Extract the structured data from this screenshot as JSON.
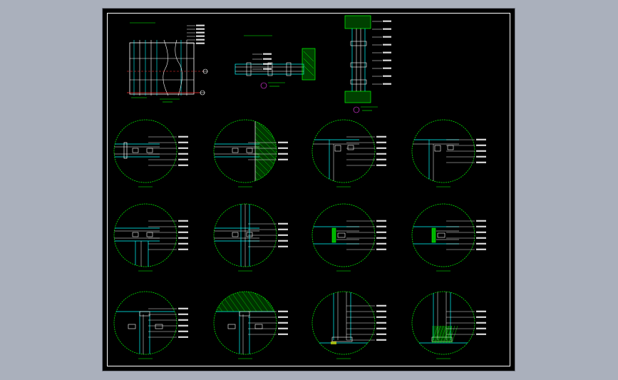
{
  "canvas": {
    "background": "#000000",
    "viewport_background": "#aab0bc",
    "frame_color": "#ffffff"
  },
  "colors": {
    "green": "#00ff00",
    "cyan": "#00ffff",
    "white": "#ffffff",
    "red": "#ff3030",
    "yellow": "#e6e600",
    "magenta": "#ff40ff"
  },
  "top_row": {
    "elevation": {
      "leaders": 6
    },
    "plan_section": {
      "leaders": 4,
      "note_lines": 2
    },
    "vertical_section": {
      "leaders": 9,
      "note_lines": 2
    }
  },
  "details": [
    {
      "row": 0,
      "col": 0,
      "leaders": 6,
      "variant": "end-left"
    },
    {
      "row": 0,
      "col": 1,
      "leaders": 4,
      "variant": "wall-right"
    },
    {
      "row": 0,
      "col": 2,
      "leaders": 6,
      "variant": "corner"
    },
    {
      "row": 0,
      "col": 3,
      "leaders": 5,
      "variant": "corner"
    },
    {
      "row": 1,
      "col": 0,
      "leaders": 6,
      "variant": "tee"
    },
    {
      "row": 1,
      "col": 1,
      "leaders": 5,
      "variant": "cross"
    },
    {
      "row": 1,
      "col": 2,
      "leaders": 6,
      "variant": "door-frame"
    },
    {
      "row": 1,
      "col": 3,
      "leaders": 6,
      "variant": "door-frame"
    },
    {
      "row": 2,
      "col": 0,
      "leaders": 6,
      "variant": "head"
    },
    {
      "row": 2,
      "col": 1,
      "leaders": 5,
      "variant": "head-hatched"
    },
    {
      "row": 2,
      "col": 2,
      "leaders": 7,
      "variant": "base"
    },
    {
      "row": 2,
      "col": 3,
      "leaders": 5,
      "variant": "base-hatched"
    }
  ]
}
